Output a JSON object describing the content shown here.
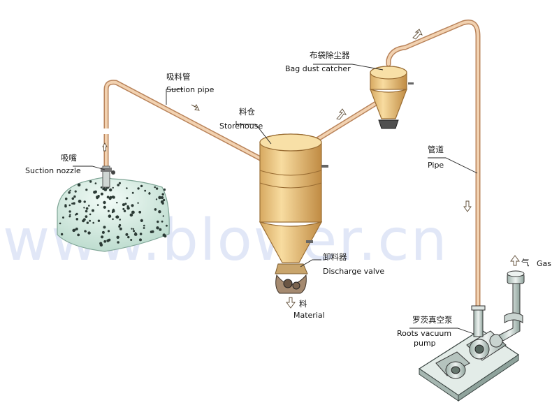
{
  "labels": {
    "suction_pipe_cn": "吸料管",
    "suction_pipe_en": "Suction pipe",
    "suction_nozzle_cn": "吸嘴",
    "suction_nozzle_en": "Suction nozzle",
    "storehouse_cn": "料仓",
    "storehouse_en": "Storehouse",
    "bag_dust_catcher_cn": "布袋除尘器",
    "bag_dust_catcher_en": "Bag dust catcher",
    "pipe_cn": "管道",
    "pipe_en": "Pipe",
    "discharge_valve_cn": "卸料器",
    "discharge_valve_en": "Discharge valve",
    "material_cn": "料",
    "material_en": "Material",
    "gas_cn": "气",
    "gas_en": "Gas",
    "roots_pump_cn": "罗茨真空泵",
    "roots_pump_en_1": "Roots vacuum",
    "roots_pump_en_2": "pump"
  },
  "watermark": "www.blower.cn",
  "colors": {
    "pipe": "#e6b98f",
    "pipe_edge": "#b9835a",
    "tank": "#f1cf8e",
    "tank_edge": "#9a6d33",
    "heap": "#dcefe7",
    "machine": "#cfd9d5",
    "watermark": "#2e55c8"
  }
}
